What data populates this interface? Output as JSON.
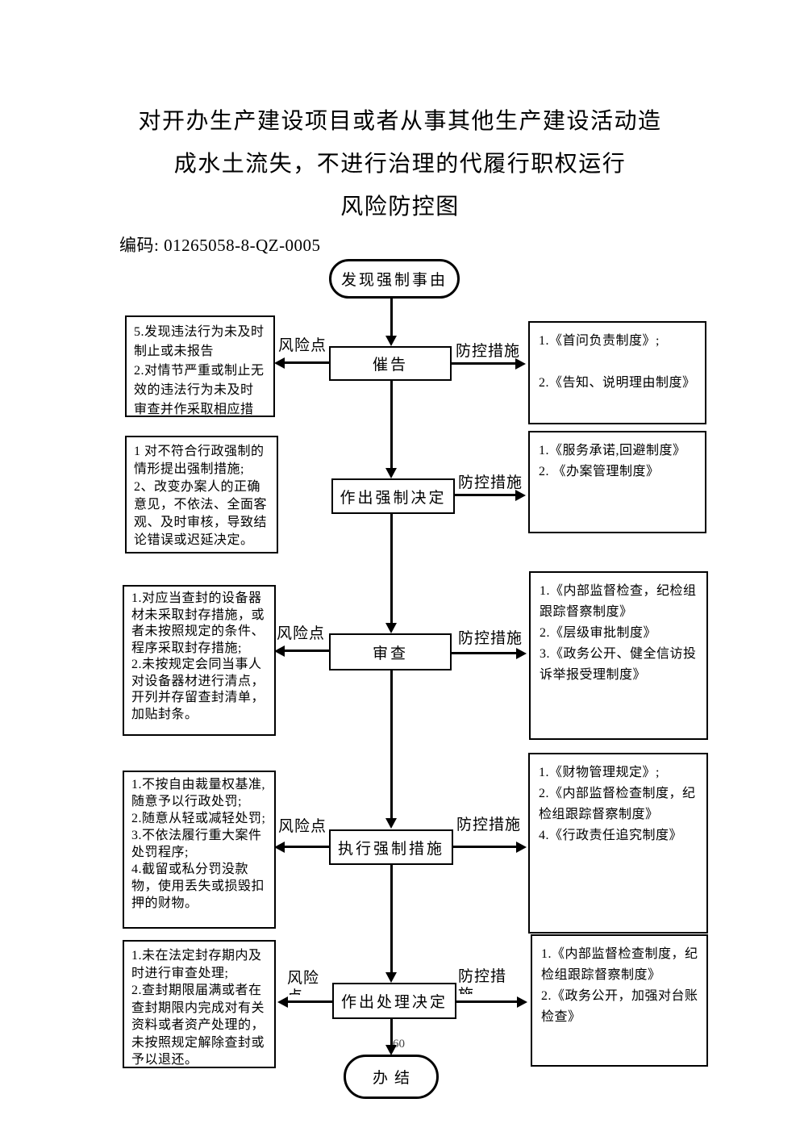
{
  "document": {
    "title_lines": [
      "对开办生产建设项目或者从事其他生产建设活动造",
      "成水土流失，不进行治理的代履行职权运行",
      "风险防控图"
    ],
    "code": "编码: 01265058-8-QZ-0005",
    "page_number": "60"
  },
  "colors": {
    "ink": "#000000",
    "background": "#ffffff"
  },
  "flow": {
    "start_node": "发现强制事由",
    "end_node": "办结",
    "stages": [
      {
        "name": "催告",
        "risk_label": "风险点",
        "control_label": "防控措施",
        "risks": "5.发现违法行为未及时制止或未报告\n2.对情节严重或制止无效的违法行为未及时审查并作采取相应措施",
        "controls": "1.《首问负责制度》;\n\n2.《告知、说明理由制度》"
      },
      {
        "name": "作出强制决定",
        "risk_label": "",
        "control_label": "防控措施",
        "risks": "1 对不符合行政强制的情形提出强制措施;\n2、改变办案人的正确意见，不依法、全面客观、及时审核，导致结论错误或迟延决定。",
        "controls": "1.《服务承诺,回避制度》\n2. 《办案管理制度》"
      },
      {
        "name": "审查",
        "risk_label": "风险点",
        "control_label": "防控措施",
        "risks": "1.对应当查封的设备器材未采取封存措施，或者未按照规定的条件、程序采取封存措施;\n2.未按规定会同当事人对设备器材进行清点，开列并存留查封清单，加贴封条。",
        "controls": "1.《内部监督检查，纪检组跟踪督察制度》\n2.《层级审批制度》\n3.《政务公开、健全信访投诉举报受理制度》"
      },
      {
        "name": "执行强制措施",
        "risk_label": "风险点",
        "control_label": "防控措施",
        "risks": "1.不按自由裁量权基准,随意予以行政处罚;\n2.随意从轻或减轻处罚;\n3.不依法履行重大案件处罚程序;\n4.截留或私分罚没款物，使用丢失或损毁扣押的财物。",
        "controls": "1.《财物管理规定》;\n2.《内部监督检查制度，纪检组跟踪督察制度》\n4.《行政责任追究制度》"
      },
      {
        "name": "作出处理决定",
        "risk_label": "风险点",
        "control_label": "防控措施",
        "risks": "1.未在法定封存期内及时进行审查处理;\n2.查封期限届满或者在查封期限内完成对有关资料或者资产处理的，未按照规定解除查封或予以退还。",
        "controls": "1.《内部监督检查制度，纪检组跟踪督察制度》\n2.《政务公开，加强对台账检查》"
      }
    ]
  }
}
